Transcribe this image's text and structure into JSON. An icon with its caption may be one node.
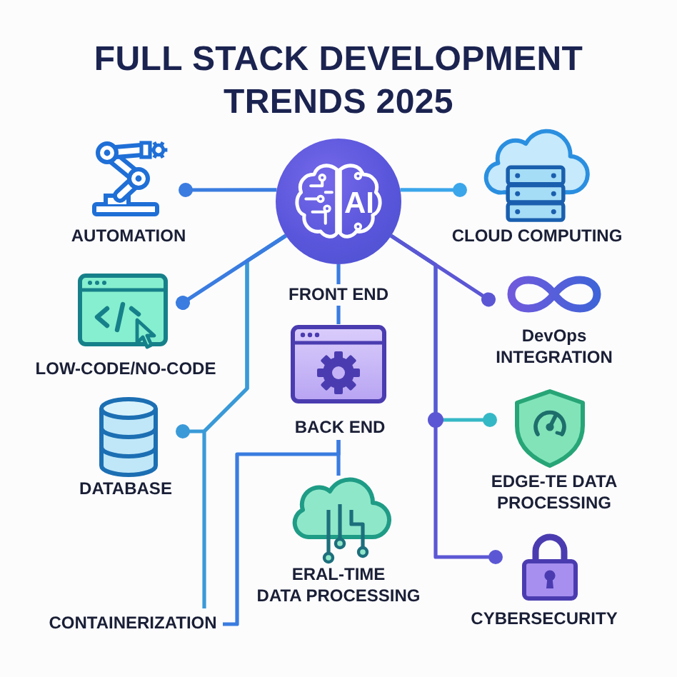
{
  "diagram": {
    "title": "FULL STACK DEVELOPMENT TRENDS 2025",
    "nodes": [
      {
        "text": [
          "AI"
        ]
      },
      {
        "text": [
          "AUTOMATION"
        ]
      },
      {
        "text": [
          "CLOUD COMPUTING"
        ]
      },
      {
        "text": [
          "LOW-CODE/NO-CODE"
        ]
      },
      {
        "text": [
          "DevOps INTEGRATION"
        ]
      },
      {
        "text": [
          "BACK END"
        ]
      },
      {
        "text": [
          "DATABASE"
        ]
      },
      {
        "text": [
          "EDGE-TE DATA PROCESSING"
        ]
      },
      {
        "text": [
          "CONTAINERIZATION"
        ]
      },
      {
        "text": [
          "ERAL-TIME DATA PROCESSING"
        ]
      },
      {
        "text": [
          "CYBERSECURITY"
        ]
      }
    ],
    "edges": [
      {
        "from": 0,
        "to": 1,
        "arrow": "other"
      },
      {
        "from": 0,
        "to": 2,
        "arrow": "other",
        "color": "#3ba6ea"
      },
      {
        "from": 0,
        "to": 6,
        "arrow": "other",
        "color": "#3a9ad8"
      },
      {
        "from": 0,
        "to": 8,
        "arrow": "none",
        "color": "#3a9ad8"
      },
      {
        "from": 0,
        "to": 3,
        "arrow": "other"
      },
      {
        "from": 0,
        "to": 7,
        "arrow": "other",
        "color": "#35b8c6"
      },
      {
        "from": 0,
        "to": 4,
        "arrow": "other",
        "color": "#5b57d4"
      },
      {
        "from": 0,
        "to": 10,
        "arrow": "other",
        "color": "#5b57d4"
      },
      {
        "from": 0,
        "to": 5,
        "arrow": "none",
        "label": "FRONT END"
      },
      {
        "from": 5,
        "to": 9,
        "arrow": "none"
      },
      {
        "from": 5,
        "to": 8,
        "arrow": "none"
      }
    ]
  }
}
